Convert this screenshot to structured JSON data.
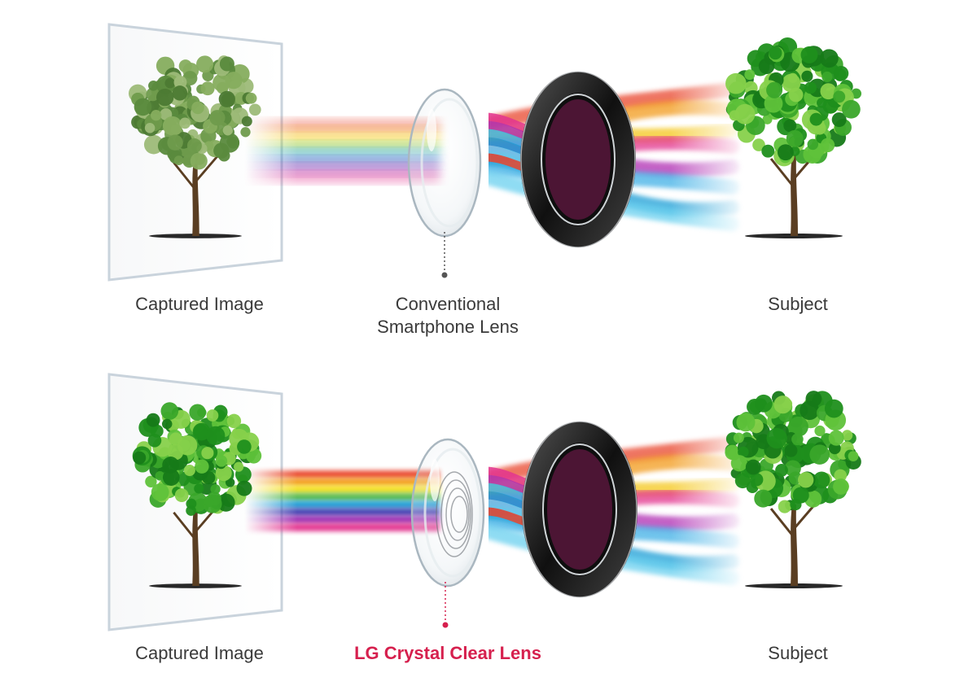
{
  "colors": {
    "accent": "#d6204e",
    "label": "#3a3a3a",
    "frame": "#c9d3dc",
    "leaf_top_captured": "#5f8f3e",
    "leaf_bright": "#3aa62a",
    "trunk": "#5a3e22",
    "lens_ring": "#1b1b1b"
  },
  "spectrum": [
    "#e9472e",
    "#f29b1e",
    "#f4e01c",
    "#58b947",
    "#1f9ed6",
    "#3d3fb0",
    "#9a2fb3",
    "#e3358f"
  ],
  "rows": [
    {
      "id": "conventional",
      "captured_label": "Captured Image",
      "lens_label_lines": [
        "Conventional",
        "Smartphone Lens"
      ],
      "subject_label": "Subject",
      "captured_image_quality": "muted",
      "lens_marker_icon": "dot-icon"
    },
    {
      "id": "lg",
      "captured_label": "Captured Image",
      "lens_label_lines": [
        "LG Crystal Clear Lens"
      ],
      "subject_label": "Subject",
      "captured_image_quality": "vivid",
      "lens_marker_icon": "dot-icon"
    }
  ]
}
